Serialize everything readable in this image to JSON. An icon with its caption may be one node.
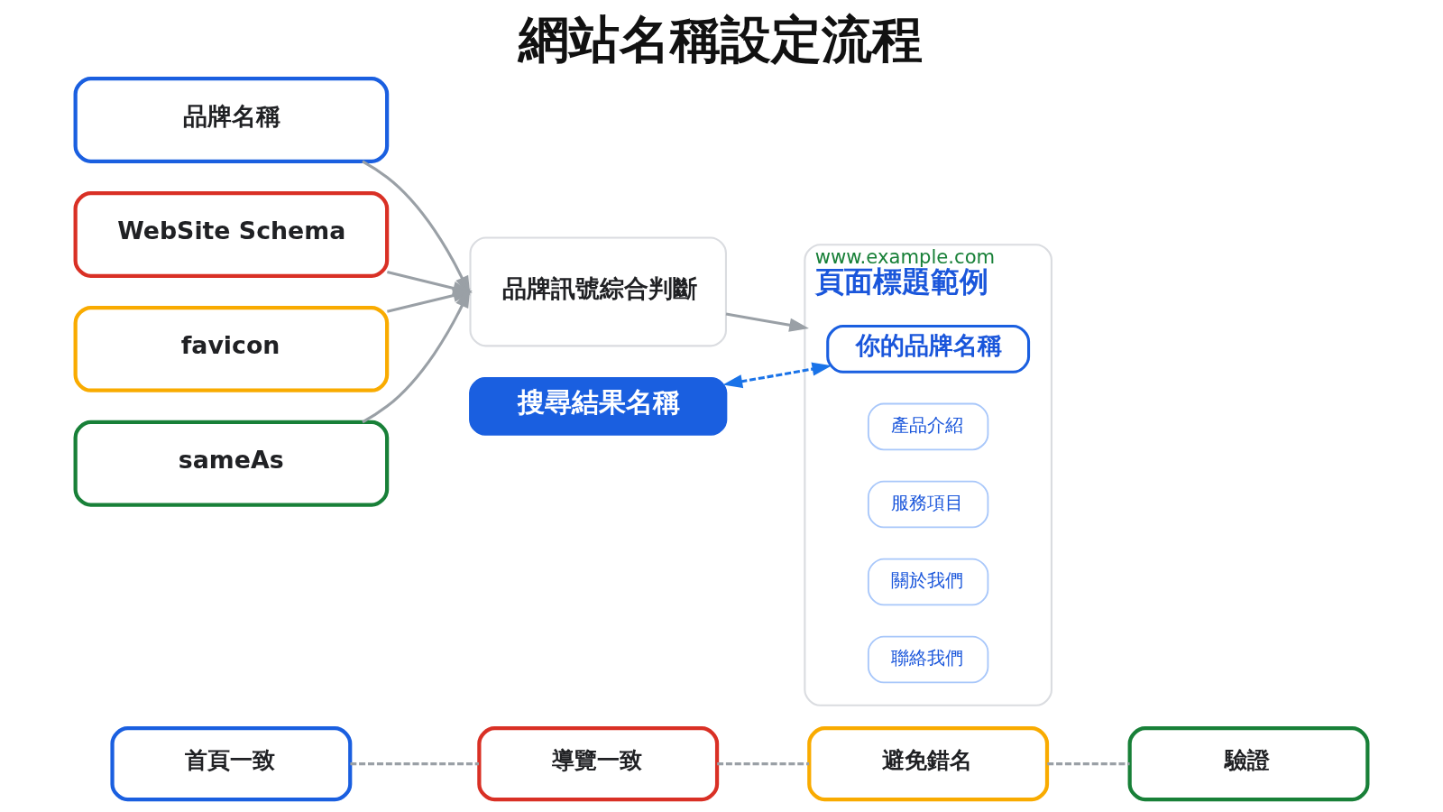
{
  "diagram": {
    "title": "網站名稱設定流程",
    "nodes": [
      {
        "text": [
          "品牌名稱"
        ]
      },
      {
        "text": [
          "WebSite Schema"
        ]
      },
      {
        "text": [
          "favicon"
        ]
      },
      {
        "text": [
          "sameAs"
        ]
      },
      {
        "text": [
          "品牌訊號綜合判斷"
        ]
      },
      {
        "text": [
          "搜尋結果名稱"
        ]
      },
      {
        "text": [
          "www.example.com",
          "頁面標題範例"
        ]
      },
      {
        "text": [
          "你的品牌名稱"
        ],
        "in": 6
      },
      {
        "text": [
          "產品介紹"
        ],
        "in": 6
      },
      {
        "text": [
          "服務項目"
        ],
        "in": 6
      },
      {
        "text": [
          "關於我們"
        ],
        "in": 6
      },
      {
        "text": [
          "聯絡我們"
        ],
        "in": 6
      },
      {
        "text": [
          "首頁一致"
        ]
      },
      {
        "text": [
          "導覽一致"
        ]
      },
      {
        "text": [
          "避免錯名"
        ]
      },
      {
        "text": [
          "驗證"
        ]
      }
    ],
    "edges": [
      {
        "from": 0,
        "to": 4,
        "arrow": "to"
      },
      {
        "from": 1,
        "to": 4,
        "arrow": "to"
      },
      {
        "from": 2,
        "to": 4,
        "arrow": "to"
      },
      {
        "from": 3,
        "to": 4,
        "arrow": "to"
      },
      {
        "from": 4,
        "to": 6,
        "arrow": "to"
      },
      {
        "from": 5,
        "to": 7,
        "arrow": "both",
        "style": "dashed",
        "color": "#1a73e8"
      },
      {
        "from": 12,
        "to": 13,
        "arrow": "none",
        "style": "dashed"
      },
      {
        "from": 13,
        "to": 14,
        "arrow": "none",
        "style": "dashed"
      },
      {
        "from": 14,
        "to": 15,
        "arrow": "none",
        "style": "dashed"
      }
    ]
  }
}
